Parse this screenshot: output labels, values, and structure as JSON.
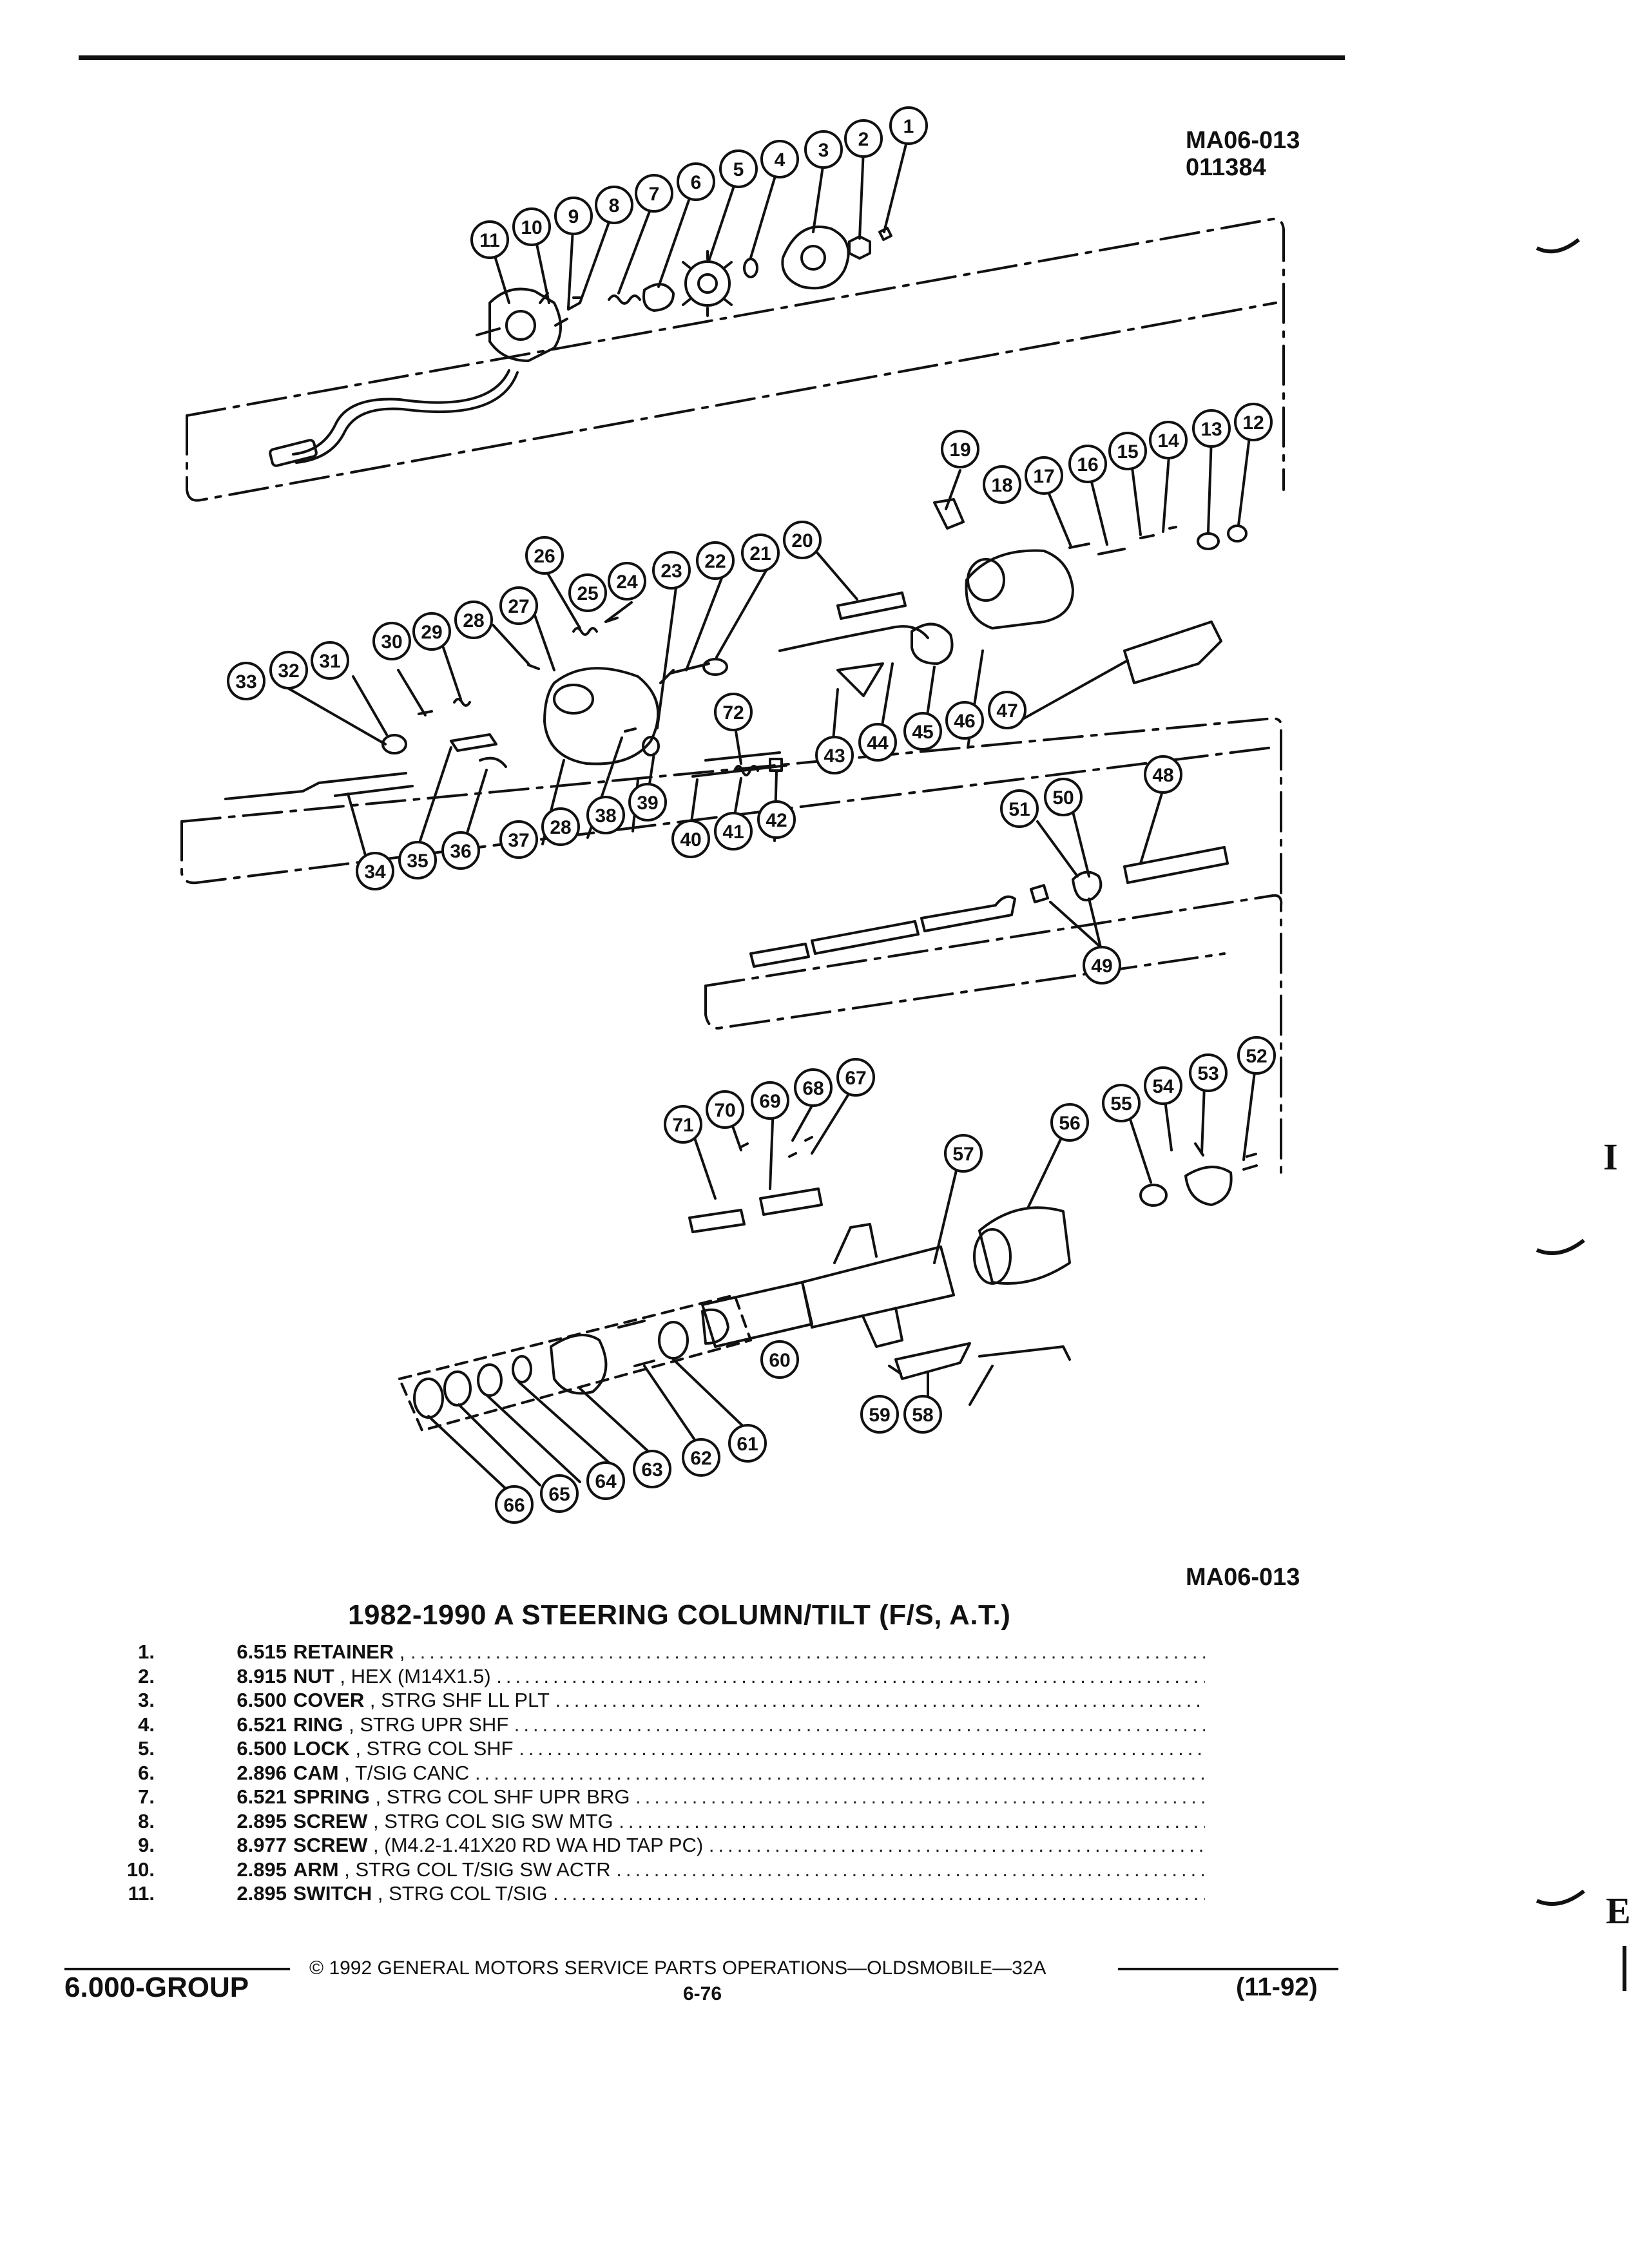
{
  "header": {
    "drawing_code": "MA06-013",
    "drawing_number": "011384",
    "drawing_code_bottom": "MA06-013"
  },
  "callouts": [
    "1",
    "2",
    "3",
    "4",
    "5",
    "6",
    "7",
    "8",
    "9",
    "10",
    "11",
    "12",
    "13",
    "14",
    "15",
    "16",
    "17",
    "18",
    "19",
    "20",
    "21",
    "22",
    "23",
    "24",
    "25",
    "26",
    "27",
    "28",
    "29",
    "30",
    "31",
    "32",
    "33",
    "34",
    "35",
    "36",
    "37",
    "28",
    "38",
    "39",
    "40",
    "41",
    "42",
    "72",
    "43",
    "44",
    "45",
    "46",
    "47",
    "48",
    "49",
    "50",
    "51",
    "52",
    "53",
    "54",
    "55",
    "56",
    "57",
    "58",
    "59",
    "60",
    "61",
    "62",
    "63",
    "64",
    "65",
    "66",
    "67",
    "68",
    "69",
    "70",
    "71"
  ],
  "title": "1982-1990 A STEERING COLUMN/TILT (F/S, A.T.)",
  "parts": [
    {
      "num": "1.",
      "code": "6.515",
      "name": "RETAINER",
      "desc": ","
    },
    {
      "num": "2.",
      "code": "8.915",
      "name": "NUT",
      "desc": ", HEX (M14X1.5)"
    },
    {
      "num": "3.",
      "code": "6.500",
      "name": "COVER",
      "desc": ", STRG SHF LL PLT"
    },
    {
      "num": "4.",
      "code": "6.521",
      "name": "RING",
      "desc": ", STRG UPR SHF"
    },
    {
      "num": "5.",
      "code": "6.500",
      "name": "LOCK",
      "desc": ", STRG COL SHF"
    },
    {
      "num": "6.",
      "code": "2.896",
      "name": "CAM",
      "desc": ", T/SIG CANC"
    },
    {
      "num": "7.",
      "code": "6.521",
      "name": "SPRING",
      "desc": ", STRG COL SHF UPR BRG"
    },
    {
      "num": "8.",
      "code": "2.895",
      "name": "SCREW",
      "desc": ", STRG COL SIG SW MTG"
    },
    {
      "num": "9.",
      "code": "8.977",
      "name": "SCREW",
      "desc": ", (M4.2-1.41X20 RD WA HD TAP PC)"
    },
    {
      "num": "10.",
      "code": "2.895",
      "name": "ARM",
      "desc": ", STRG COL T/SIG SW ACTR"
    },
    {
      "num": "11.",
      "code": "2.895",
      "name": "SWITCH",
      "desc": ", STRG COL T/SIG"
    }
  ],
  "footer": {
    "copyright": "© 1992 GENERAL MOTORS SERVICE PARTS OPERATIONS—OLDSMOBILE—32A",
    "group": "6.000-GROUP",
    "page": "6-76",
    "date": "(11-92)"
  },
  "edge_marks": [
    "I",
    "E"
  ]
}
